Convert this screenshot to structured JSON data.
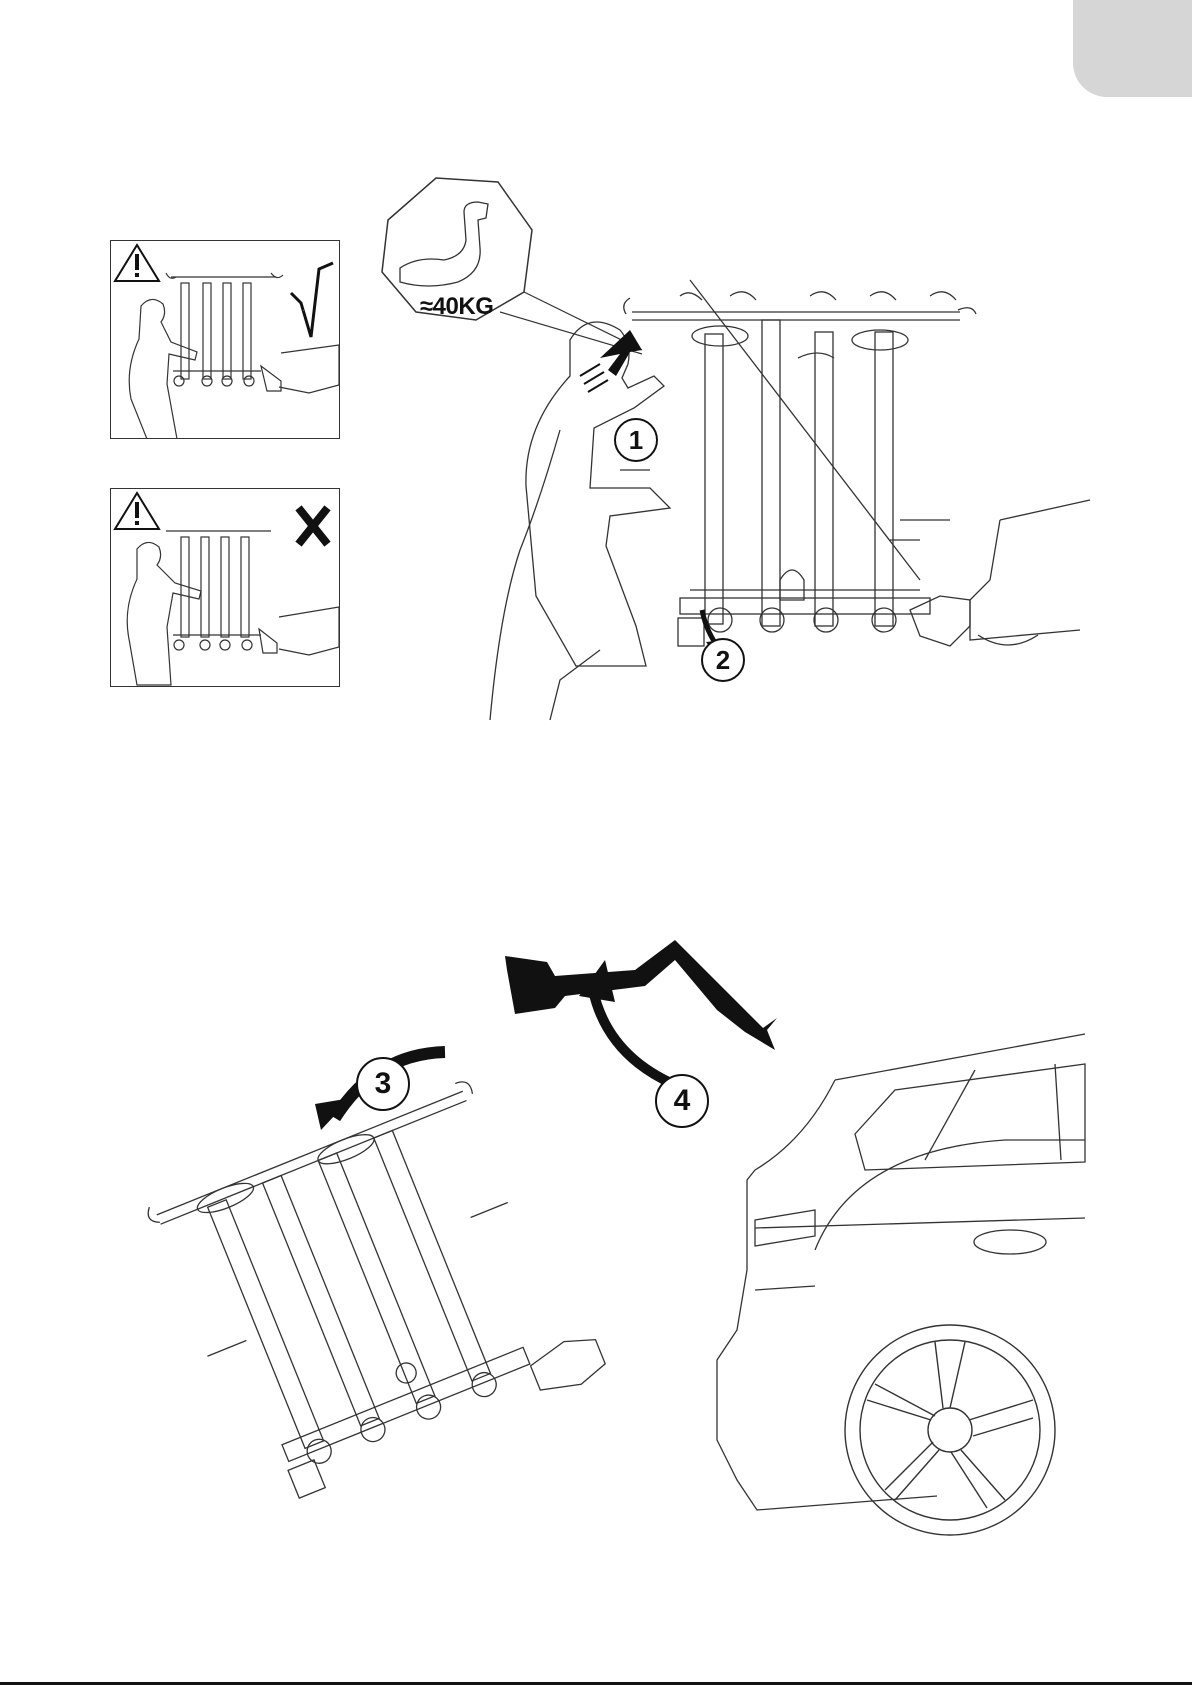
{
  "header": {
    "corner_tab_color": "#d6d6d6"
  },
  "callout": {
    "weight_label": "≈40KG",
    "icon": "flexed-arm-icon"
  },
  "panels": [
    {
      "name": "correct-handling",
      "warning_icon": "warning-triangle-icon",
      "mark": "√",
      "status_icon": "check-mark-icon"
    },
    {
      "name": "incorrect-handling",
      "warning_icon": "warning-triangle-icon",
      "status_icon": "cross-mark-icon"
    }
  ],
  "steps": {
    "step1": "1",
    "step2": "2",
    "step3": "3",
    "step4": "4"
  },
  "icons": {
    "top": [
      "person-icon",
      "bike-carrier-icon",
      "push-arrow-icon",
      "down-arrow-icon"
    ],
    "bottom": [
      "car-rear-icon",
      "tilted-carrier-icon",
      "curved-arrow-left-icon",
      "hatch-open-arrow-icon"
    ]
  }
}
